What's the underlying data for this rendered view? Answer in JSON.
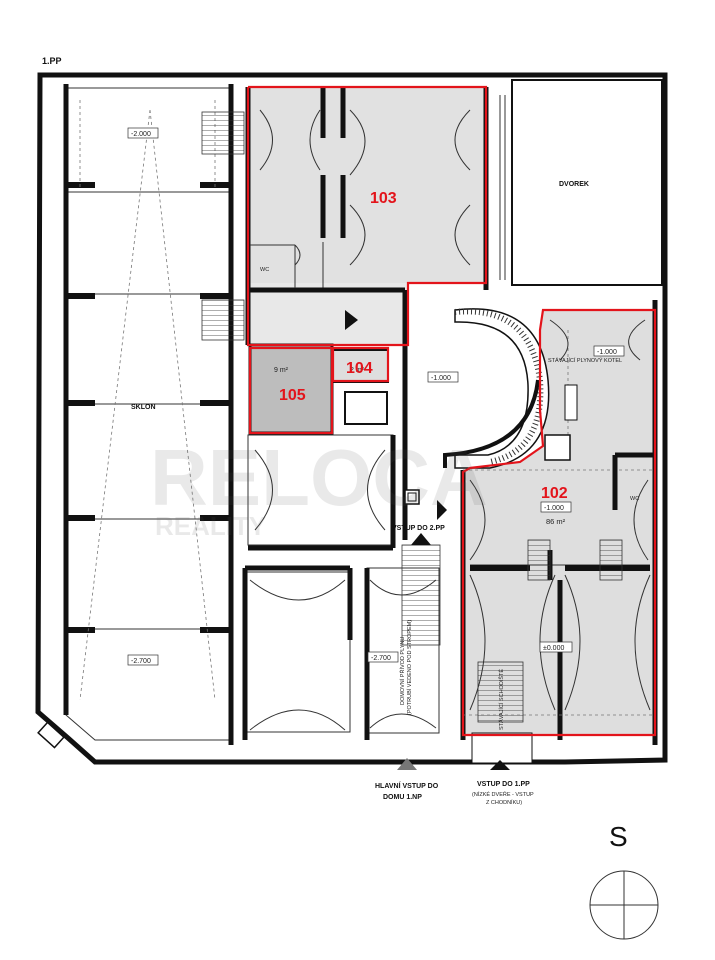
{
  "floor_label": "1.PP",
  "north_label": "S",
  "watermark": {
    "main": "RELOCA",
    "sub": "REALITY"
  },
  "units": [
    {
      "id": "103",
      "area": ""
    },
    {
      "id": "104",
      "area": "2 m²"
    },
    {
      "id": "105",
      "area": "9 m²"
    },
    {
      "id": "102",
      "area": "86 m²"
    }
  ],
  "room_labels": {
    "dvorek": "DVOREK",
    "sklon": "SKLON",
    "wc1": "WC",
    "wc2": "WC",
    "kotel": "STÁVAJÍCÍ PLYNOVÝ KOTEL"
  },
  "levels": [
    "-2.000",
    "-1.000",
    "-1.000",
    "-1.000",
    "±0.000",
    "-2.700",
    "-2.700"
  ],
  "entrances": {
    "vstup_2pp": "VSTUP DO 2.PP",
    "main_line1": "HLAVNÍ VSTUP DO",
    "main_line2": "DOMU 1.NP",
    "vstup_1pp": "VSTUP DO 1.PP",
    "vstup_1pp_note1": "(NÍZKÉ DVEŘE - VSTUP",
    "vstup_1pp_note2": "Z CHODNÍKU)"
  },
  "annotations": {
    "gas_line1": "DOMOVNÍ PŘÍVOD PLYNU",
    "gas_line2": "(POTRUBÍ VEDENO POD STROPEM)",
    "stair_note": "STÁVAJÍCÍ SCHODIŠTĚ"
  }
}
